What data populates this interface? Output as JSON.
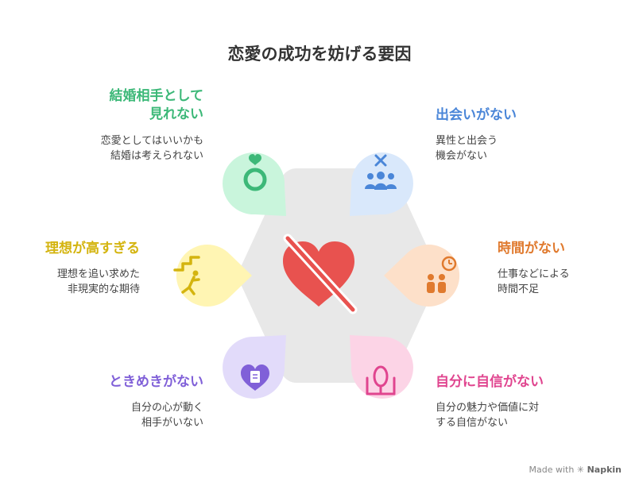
{
  "title": "恋愛の成功を妨げる要因",
  "center": {
    "icon": "broken-heart-icon",
    "color": "#e8524f"
  },
  "factors": {
    "marriage": {
      "label_line1": "結婚相手として",
      "label_line2": "見れない",
      "desc_line1": "恋愛としてはいいかも",
      "desc_line2": "結婚は考えられない",
      "color": "#3cb878",
      "bg": "#c9f5dc",
      "icon": "ring-icon"
    },
    "ideals": {
      "label_line1": "理想が高すぎる",
      "desc_line1": "理想を追い求めた",
      "desc_line2": "非現実的な期待",
      "color": "#d4b40f",
      "bg": "#fff5b3",
      "icon": "climbing-stairs-icon"
    },
    "excitement": {
      "label_line1": "ときめきがない",
      "desc_line1": "自分の心が動く",
      "desc_line2": "相手がいない",
      "color": "#8060d8",
      "bg": "#e2dbfa",
      "icon": "heart-document-icon"
    },
    "encounters": {
      "label_line1": "出会いがない",
      "desc_line1": "異性と出会う",
      "desc_line2": "機会がない",
      "color": "#4a86d8",
      "bg": "#d9e8fb",
      "icon": "group-cross-icon"
    },
    "time": {
      "label_line1": "時間がない",
      "desc_line1": "仕事などによる",
      "desc_line2": "時間不足",
      "color": "#e07a2e",
      "bg": "#fde0c9",
      "icon": "clock-people-icon"
    },
    "confidence": {
      "label_line1": "自分に自信がない",
      "desc_line1": "自分の魅力や価値に対",
      "desc_line2": "する自信がない",
      "color": "#e0458f",
      "bg": "#fcd4e6",
      "icon": "mirror-icon"
    }
  },
  "watermark": {
    "made_with": "Made with",
    "brand": "Napkin"
  }
}
